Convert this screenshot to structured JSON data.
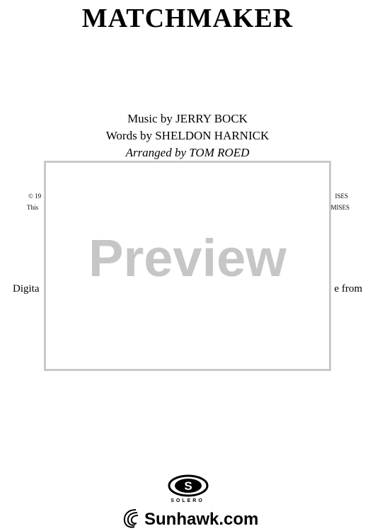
{
  "title": "MATCHMAKER",
  "credits": {
    "music": "Music by JERRY BOCK",
    "words": "Words by SHELDON HARNICK",
    "arranged": "Arranged by TOM ROED"
  },
  "copyright": {
    "line1_left": "© 19",
    "line1_right": "ISES",
    "line2_left": "This",
    "line2_right": "MISES"
  },
  "digital_notice": {
    "left": "Digita",
    "right": "e from"
  },
  "preview_overlay": {
    "text": "Preview",
    "border_color": "#c9c9c9",
    "text_color": "#c6c6c6"
  },
  "logo": {
    "mark_letter": "S",
    "mark_label": "SOLERO",
    "site": "Sunhawk.com"
  }
}
